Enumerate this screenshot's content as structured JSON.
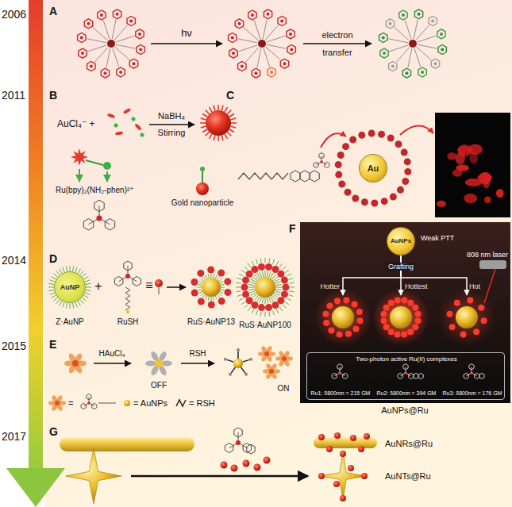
{
  "diagram": {
    "nodes": [
      {
        "text": [
          "Au"
        ]
      },
      {
        "text": [
          "808 nm laser",
          "AuNPs@Ru"
        ]
      },
      {
        "text": [
          "AuNPs",
          "Weak PTT"
        ],
        "in": 1
      },
      {
        "text": [
          "Hotter"
        ],
        "in": 1
      },
      {
        "text": [
          "Hottest"
        ],
        "in": 1
      },
      {
        "text": [
          "Hot"
        ],
        "in": 1
      },
      {
        "text": [
          "Two-photon active Ru(II) complexes",
          "Ru1: δ800nm = 215 GM",
          "Ru2: δ800nm = 394 GM",
          "Ru3: δ800nm = 176 GM"
        ],
        "in": 1
      },
      {
        "text": [
          "AuNP"
        ]
      }
    ],
    "edges": [
      {
        "from": 2,
        "to": 3,
        "arrow": "to"
      },
      {
        "from": 2,
        "to": 4,
        "label": "Grafting",
        "arrow": "to"
      },
      {
        "from": 2,
        "to": 5,
        "arrow": "to"
      }
    ],
    "labels": [
      "2006",
      "A",
      "hν",
      "electron",
      "transfer",
      "2011",
      "B",
      "AuCl₄⁻ +",
      "NaBH₄",
      "Stirring",
      "C",
      "Ru(bpy)₂(NH₂-phen)²⁺",
      "Gold nanoparticle",
      "F",
      "2014",
      "D",
      "+",
      "≡",
      "Z·AuNP",
      "RuSH",
      "RuS·AuNP13",
      "RuS·AuNP100",
      "2015",
      "E",
      "HAuCl₄",
      "OFF",
      "RSH",
      "ON",
      "=",
      "= AuNPs",
      "= RSH",
      "2017",
      "G",
      "AuNRs@Ru",
      "AuNTs@Ru"
    ]
  }
}
